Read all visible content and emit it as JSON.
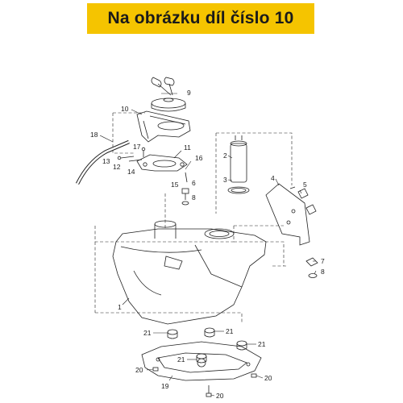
{
  "banner": {
    "text": "Na obrázku díl číslo 10",
    "bg_color": "#f5c400"
  },
  "diagram": {
    "callouts": [
      {
        "id": "c1",
        "label": "1"
      },
      {
        "id": "c2",
        "label": "2"
      },
      {
        "id": "c3",
        "label": "3"
      },
      {
        "id": "c4",
        "label": "4"
      },
      {
        "id": "c5",
        "label": "5"
      },
      {
        "id": "c6",
        "label": "6"
      },
      {
        "id": "c7",
        "label": "7"
      },
      {
        "id": "c8",
        "label": "8"
      },
      {
        "id": "c8b",
        "label": "8"
      },
      {
        "id": "c9",
        "label": "9"
      },
      {
        "id": "c10",
        "label": "10"
      },
      {
        "id": "c11",
        "label": "11"
      },
      {
        "id": "c12",
        "label": "12"
      },
      {
        "id": "c13",
        "label": "13"
      },
      {
        "id": "c14",
        "label": "14"
      },
      {
        "id": "c15",
        "label": "15"
      },
      {
        "id": "c16",
        "label": "16"
      },
      {
        "id": "c17",
        "label": "17"
      },
      {
        "id": "c18",
        "label": "18"
      },
      {
        "id": "c19",
        "label": "19"
      },
      {
        "id": "c20a",
        "label": "20"
      },
      {
        "id": "c20b",
        "label": "20"
      },
      {
        "id": "c20c",
        "label": "20"
      },
      {
        "id": "c21a",
        "label": "21"
      },
      {
        "id": "c21b",
        "label": "21"
      },
      {
        "id": "c21c",
        "label": "21"
      },
      {
        "id": "c21d",
        "label": "21"
      }
    ]
  }
}
